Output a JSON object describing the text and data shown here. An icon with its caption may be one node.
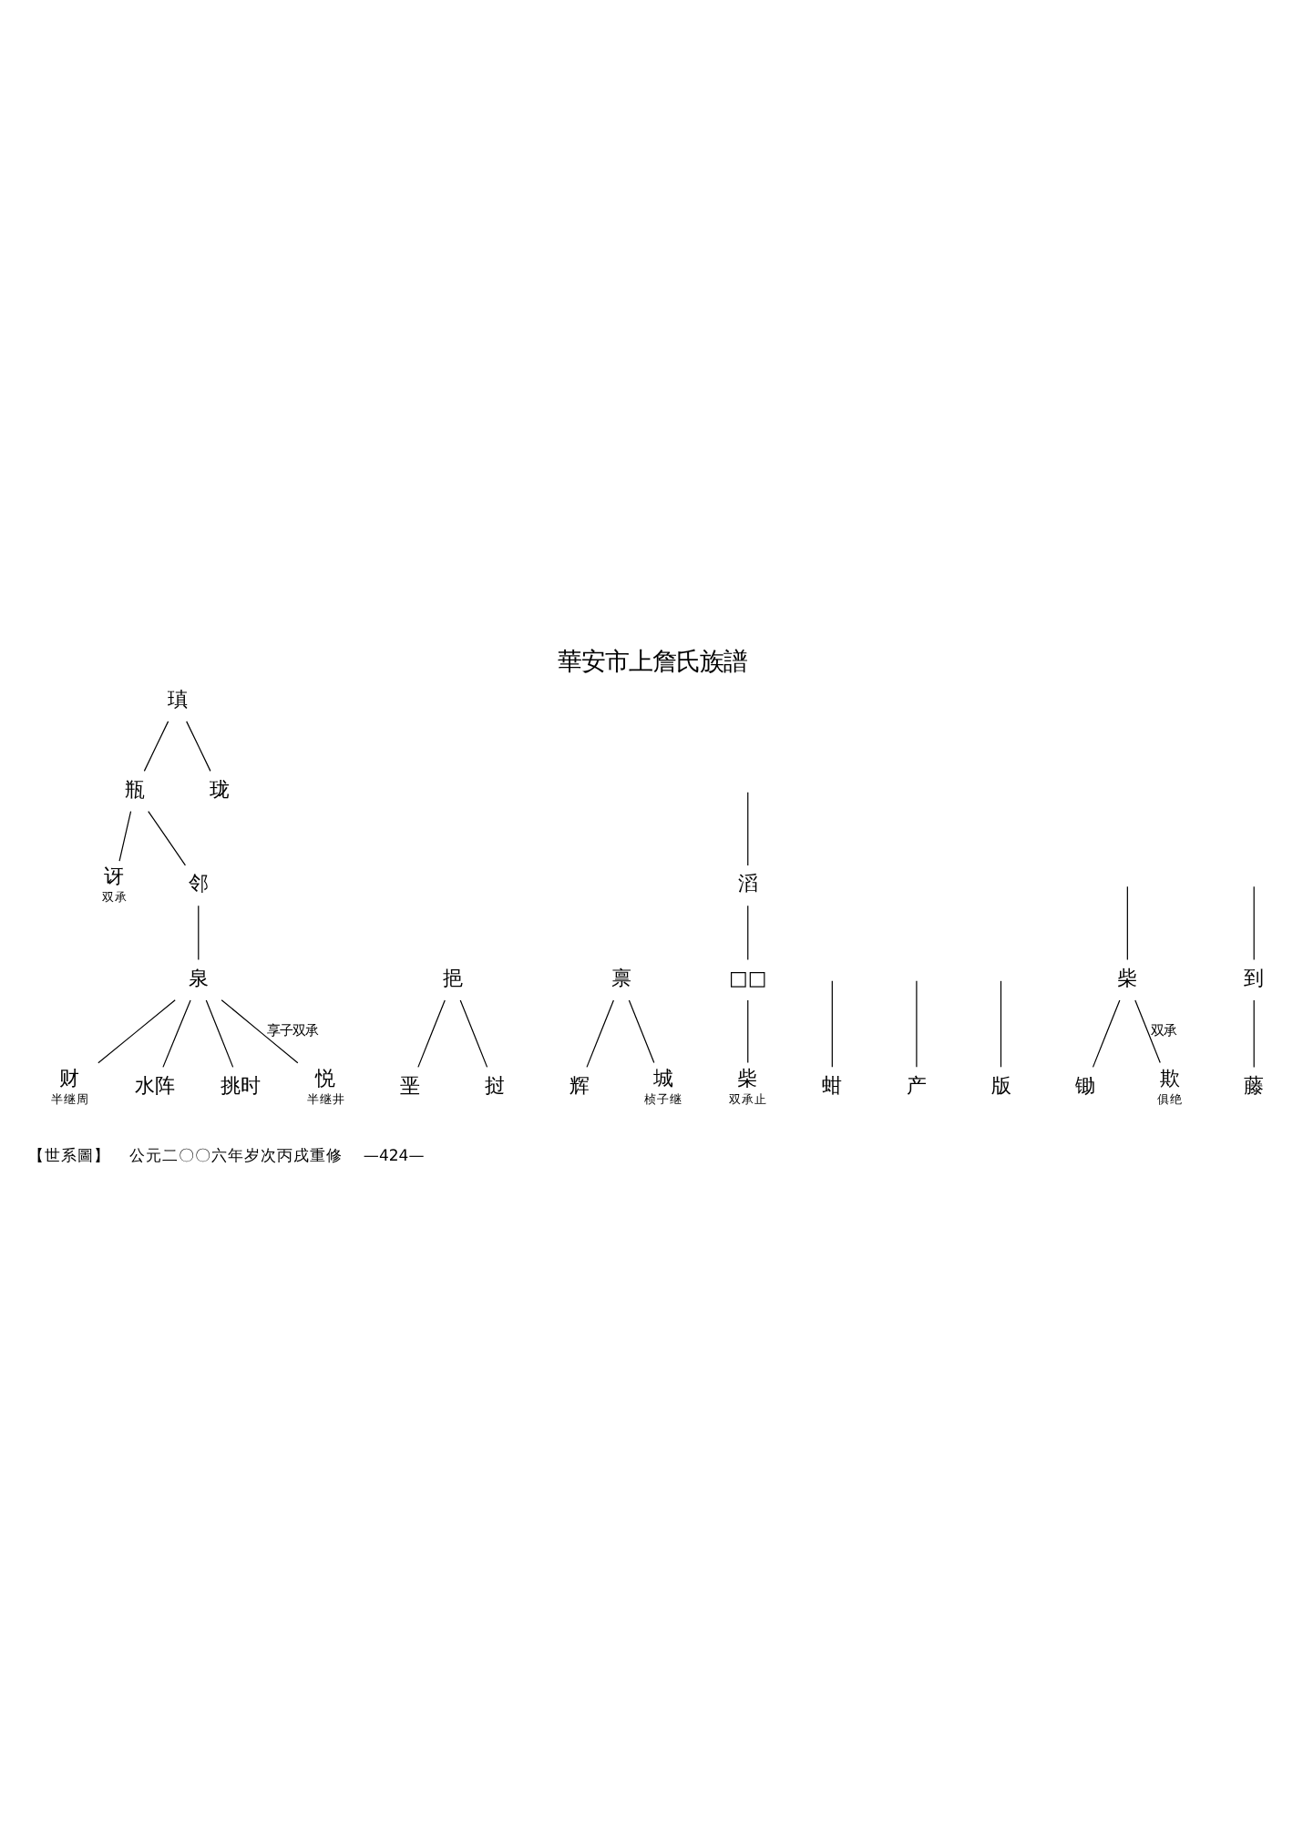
{
  "diagram": {
    "title": "華安市上詹氏族譜",
    "nodes": [
      {
        "text": [
          "瑱"
        ]
      },
      {
        "text": [
          "挹"
        ]
      },
      {
        "text": [
          "禀"
        ]
      },
      {
        "text": [
          "瓶"
        ]
      },
      {
        "text": [
          "珑"
        ]
      },
      {
        "text": [
          "垩"
        ]
      },
      {
        "text": [
          "挝"
        ]
      },
      {
        "text": [
          "辉"
        ]
      },
      {
        "text": [
          "城"
        ],
        "beside": [
          "桢子继"
        ]
      },
      {
        "text": [
          "讶"
        ],
        "beside": [
          "双承"
        ]
      },
      {
        "text": [
          "邻"
        ]
      },
      {
        "text": [
          "滔"
        ]
      },
      {
        "text": [
          "蚶"
        ]
      },
      {
        "text": [
          "产"
        ]
      },
      {
        "text": [
          "版"
        ]
      },
      {
        "text": [
          "泉"
        ]
      },
      {
        "text": [
          "□□"
        ]
      },
      {
        "text": [
          "柴"
        ]
      },
      {
        "text": [
          "到"
        ]
      },
      {
        "text": [
          "财"
        ],
        "beside": [
          "半继周"
        ]
      },
      {
        "text": [
          "水阵"
        ]
      },
      {
        "text": [
          "挑时"
        ]
      },
      {
        "text": [
          "悦"
        ],
        "beside": [
          "半继井"
        ]
      },
      {
        "text": [
          "柴"
        ],
        "beside": [
          "双承止"
        ]
      },
      {
        "text": [
          "锄"
        ]
      },
      {
        "text": [
          "欺"
        ],
        "beside": [
          "俱绝"
        ]
      },
      {
        "text": [
          "藤"
        ]
      }
    ],
    "edges": [
      {
        "from": 0,
        "to": 3,
        "arrow": "none"
      },
      {
        "from": 0,
        "to": 4,
        "arrow": "none"
      },
      {
        "from": 1,
        "to": 5,
        "arrow": "none"
      },
      {
        "from": 1,
        "to": 6,
        "arrow": "none"
      },
      {
        "from": 2,
        "to": 7,
        "arrow": "none"
      },
      {
        "from": 2,
        "to": 8,
        "arrow": "none"
      },
      {
        "from": 3,
        "to": 9,
        "arrow": "none"
      },
      {
        "from": 3,
        "to": 10,
        "arrow": "none"
      },
      {
        "from": null,
        "to": 11,
        "arrow": "none"
      },
      {
        "from": null,
        "to": 12,
        "arrow": "none"
      },
      {
        "from": null,
        "to": 13,
        "arrow": "none"
      },
      {
        "from": null,
        "to": 14,
        "arrow": "none"
      },
      {
        "from": 10,
        "to": 15,
        "arrow": "none"
      },
      {
        "from": 11,
        "to": 16,
        "arrow": "none"
      },
      {
        "from": null,
        "to": 17,
        "arrow": "none"
      },
      {
        "from": null,
        "to": 18,
        "arrow": "none"
      },
      {
        "from": 15,
        "to": 19,
        "arrow": "none"
      },
      {
        "from": 15,
        "to": 20,
        "arrow": "none"
      },
      {
        "from": 15,
        "to": 21,
        "arrow": "none"
      },
      {
        "from": 15,
        "to": 22,
        "arrow": "none",
        "label": "享子双承"
      },
      {
        "from": 16,
        "to": 23,
        "arrow": "none"
      },
      {
        "from": 17,
        "to": 24,
        "arrow": "none"
      },
      {
        "from": 17,
        "to": 25,
        "arrow": "none",
        "label": "双承"
      },
      {
        "from": 18,
        "to": 26,
        "arrow": "none"
      }
    ],
    "labels": [
      "【世系圖】",
      "公元二〇〇六年岁次丙戌重修",
      "—424—"
    ]
  }
}
